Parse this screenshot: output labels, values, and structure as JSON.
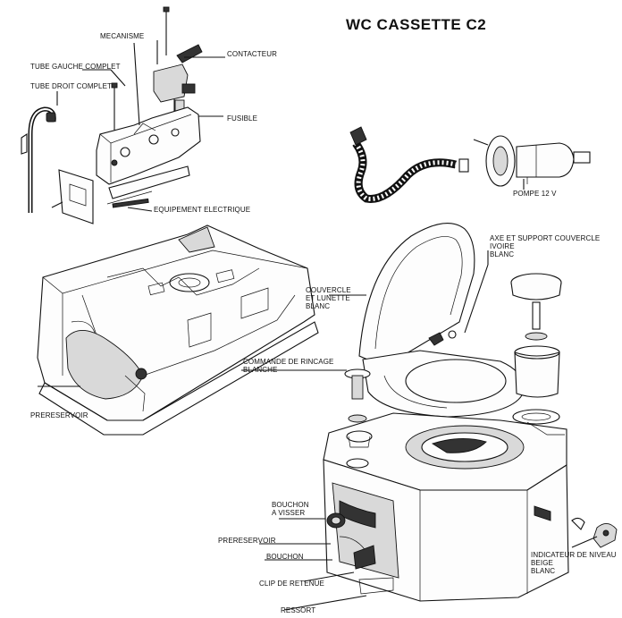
{
  "title": "WC CASSETTE C2",
  "labels": {
    "mecanisme": "MECANISME",
    "tube_gauche": "TUBE GAUCHE COMPLET",
    "tube_droit": "TUBE DROIT COMPLET",
    "contacteur": "CONTACTEUR",
    "fusible": "FUSIBLE",
    "equipement": "EQUIPEMENT ELECTRIQUE",
    "pompe": "POMPE 12 V",
    "axe_1": "AXE ET SUPPORT COUVERCLE",
    "axe_2": "IVOIRE",
    "axe_3": "BLANC",
    "couvercle_1": "COUVERCLE",
    "couvercle_2": "ET LUNETTE",
    "couvercle_3": "BLANC",
    "commande_1": "COMMANDE DE RINCAGE",
    "commande_2": "BLANCHE",
    "prereservoir_left": "PRERESERVOIR",
    "bouchon_visser_1": "BOUCHON",
    "bouchon_visser_2": "A VISSER",
    "prereservoir_bottom": "PRERESERVOIR",
    "bouchon": "BOUCHON",
    "clip": "CLIP DE RETENUE",
    "ressort": "RESSORT",
    "indicateur_1": "INDICATEUR DE NIVEAU",
    "indicateur_2": "BEIGE",
    "indicateur_3": "BLANC"
  },
  "colors": {
    "ink": "#111111",
    "background": "#ffffff"
  }
}
